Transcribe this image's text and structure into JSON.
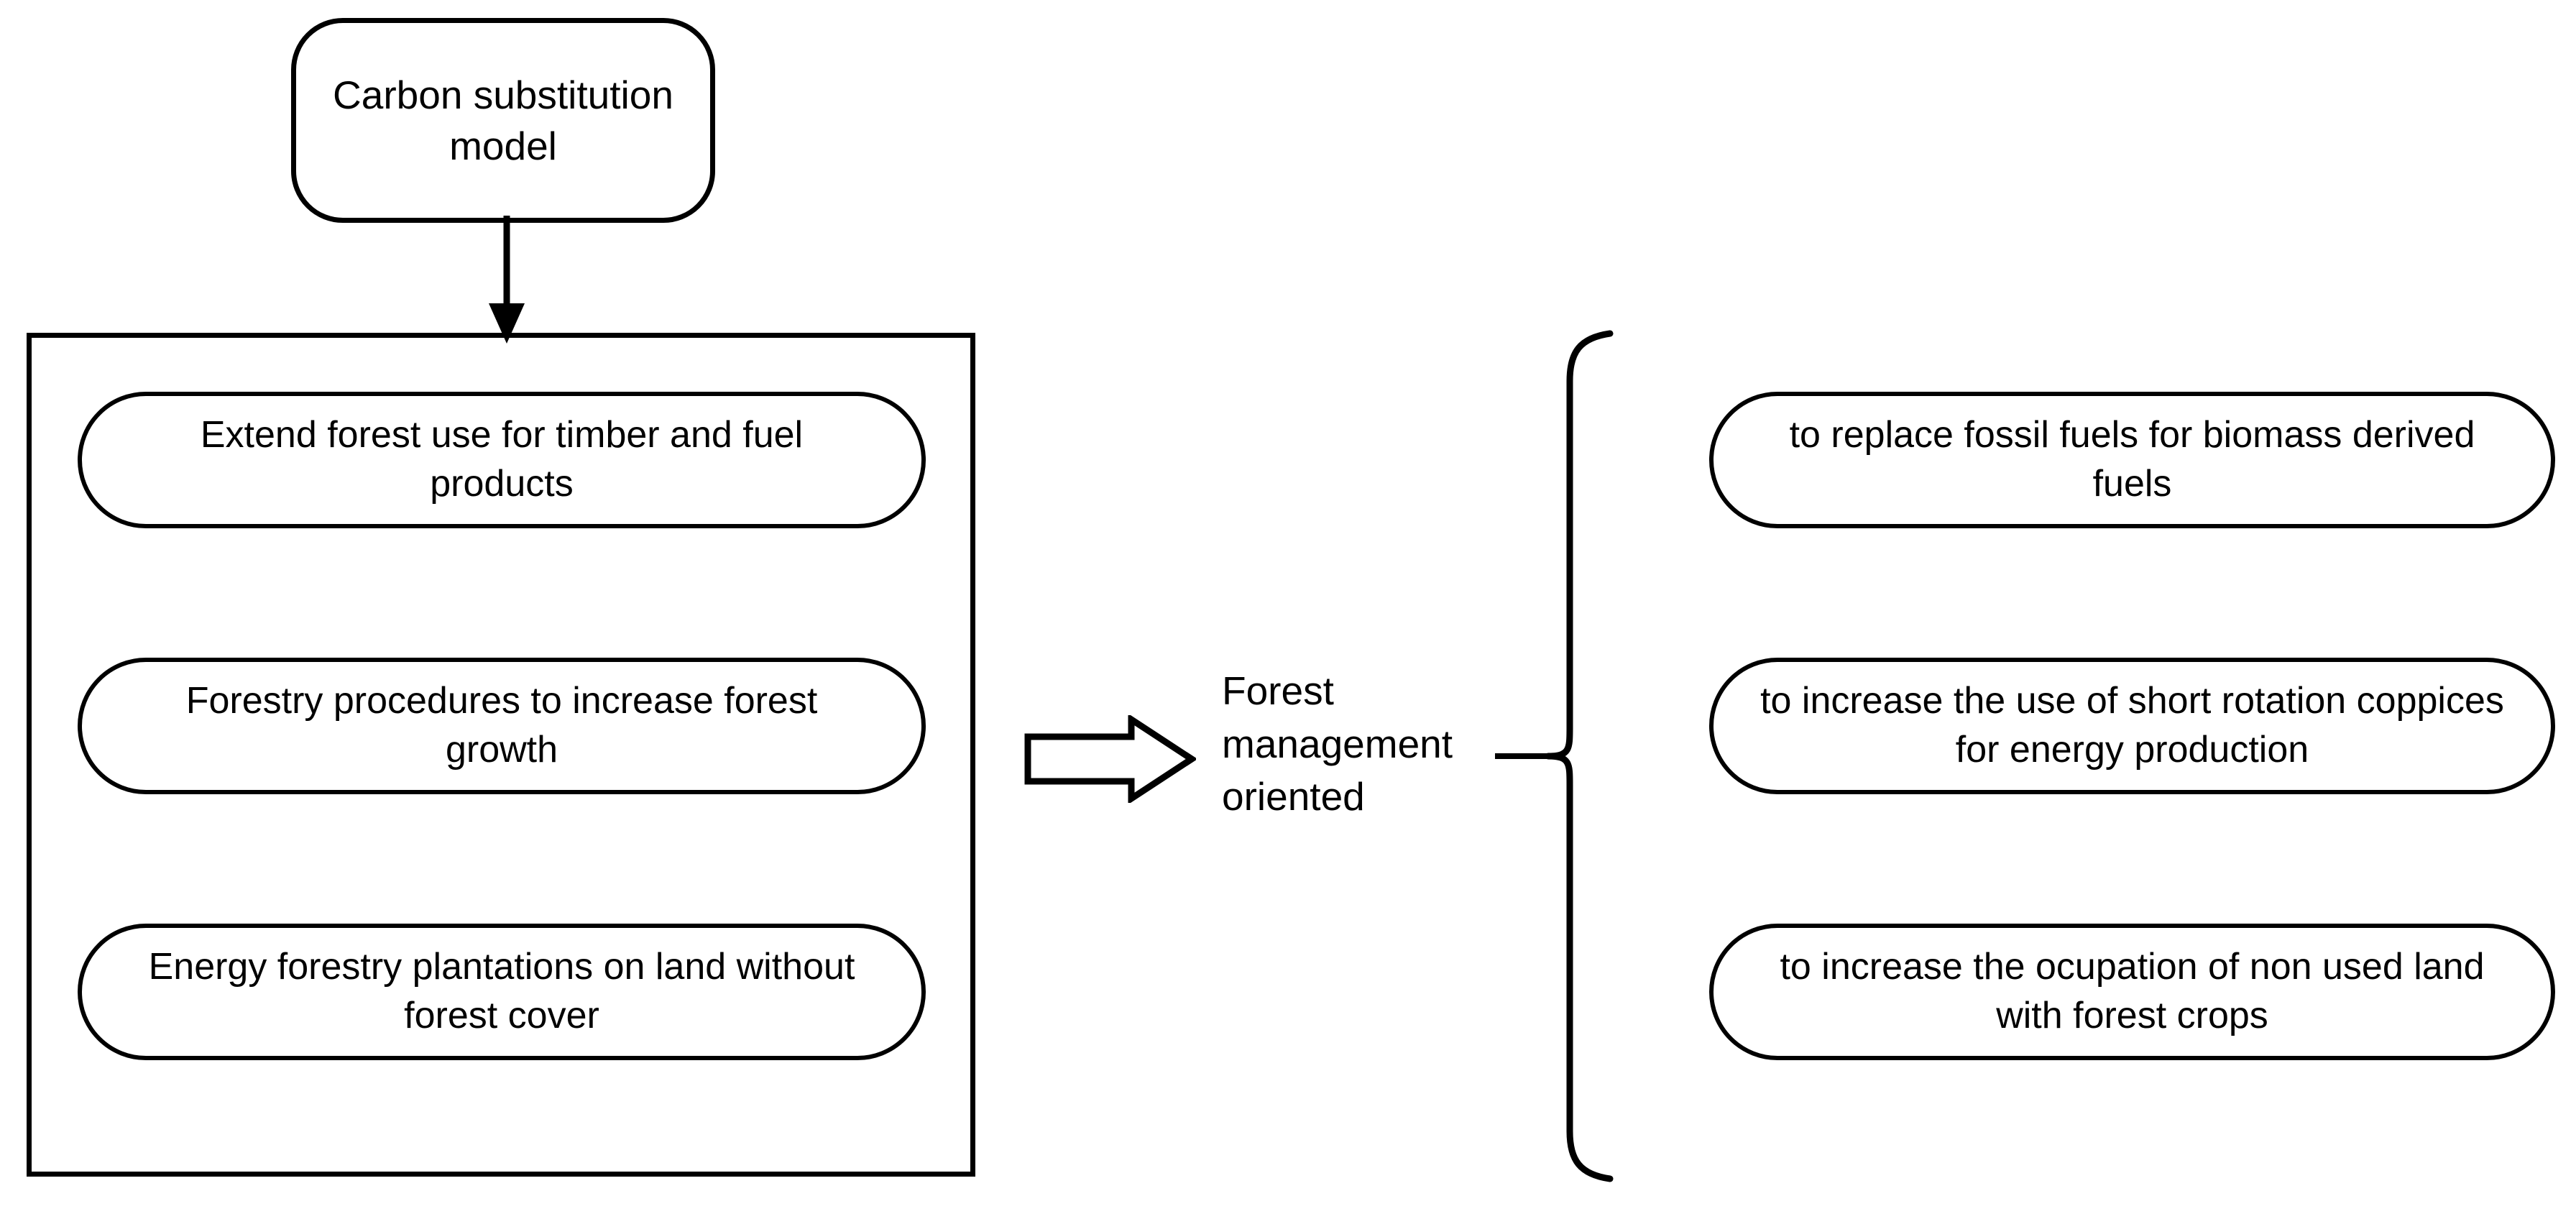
{
  "diagram": {
    "title": "Carbon substitution model",
    "root_node": {
      "label": "Carbon substitution model",
      "shape": "rounded-rectangle"
    },
    "group_box": {
      "label": "",
      "shape": "rectangle",
      "items": [
        {
          "label": "Extend forest use for timber and fuel products"
        },
        {
          "label": "Forestry procedures to increase forest growth"
        },
        {
          "label": "Energy forestry plantations on land without forest cover"
        }
      ]
    },
    "connector": {
      "arrow_icon": "block-arrow-right",
      "down_arrow_icon": "arrow-down"
    },
    "category": {
      "label": "Forest\nmanagement\noriented",
      "brace_icon": "curly-brace-right"
    },
    "outcomes": [
      {
        "label": "to replace fossil fuels for biomass derived fuels"
      },
      {
        "label": "to increase the use of short rotation coppices for energy production"
      },
      {
        "label": "to increase the ocupation of non used land with forest crops"
      }
    ],
    "colors": {
      "stroke": "#000000",
      "fill": "#ffffff",
      "text": "#000000"
    }
  }
}
